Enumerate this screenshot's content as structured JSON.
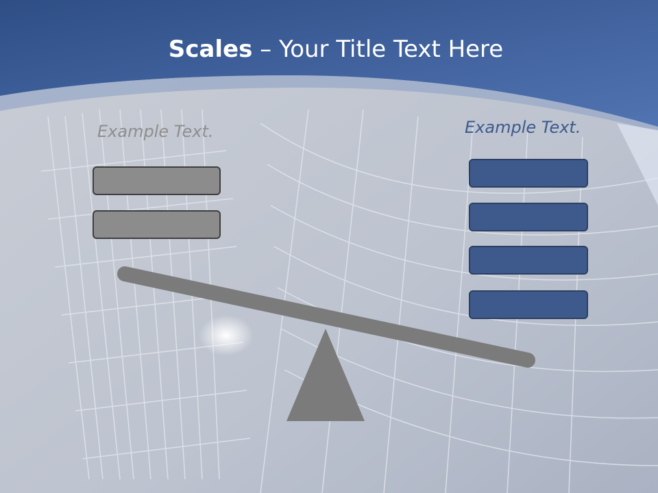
{
  "slide": {
    "title_bold": "Scales",
    "title_rest": " – Your Title Text Here",
    "left_label": "Example Text.",
    "right_label": "Example Text."
  },
  "colors": {
    "header_blue": "#3d5f99",
    "left_box": "#8c8c8c",
    "right_box": "#3e5a8c",
    "scale_gray": "#7f7f7f"
  }
}
